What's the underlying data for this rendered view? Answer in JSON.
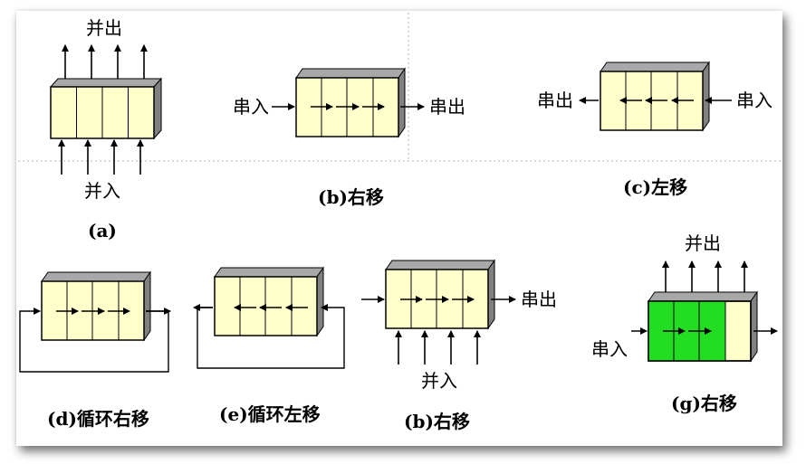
{
  "colors": {
    "cell_fill": "#ffffcc",
    "cell_fill_active": "#22dd22",
    "box_top": "#a8a8a8",
    "box_side": "#808080",
    "outline": "#000000",
    "divider": "#b0b0b0"
  },
  "panels": {
    "a": {
      "caption": "(a)",
      "out_label": "并出",
      "in_label": "并入"
    },
    "b": {
      "caption": "(b)右移",
      "in_label": "串入",
      "out_label": "串出"
    },
    "c": {
      "caption": "(c)左移",
      "in_label": "串入",
      "out_label": "串出"
    },
    "d": {
      "caption": "(d)循环右移"
    },
    "e": {
      "caption": "(e)循环左移"
    },
    "f": {
      "caption": "(b)右移",
      "out_label": "串出",
      "in_label": "并入"
    },
    "g": {
      "caption": "(g)右移",
      "out_label": "并出",
      "in_label": "串入",
      "filled_cells": 3
    }
  }
}
